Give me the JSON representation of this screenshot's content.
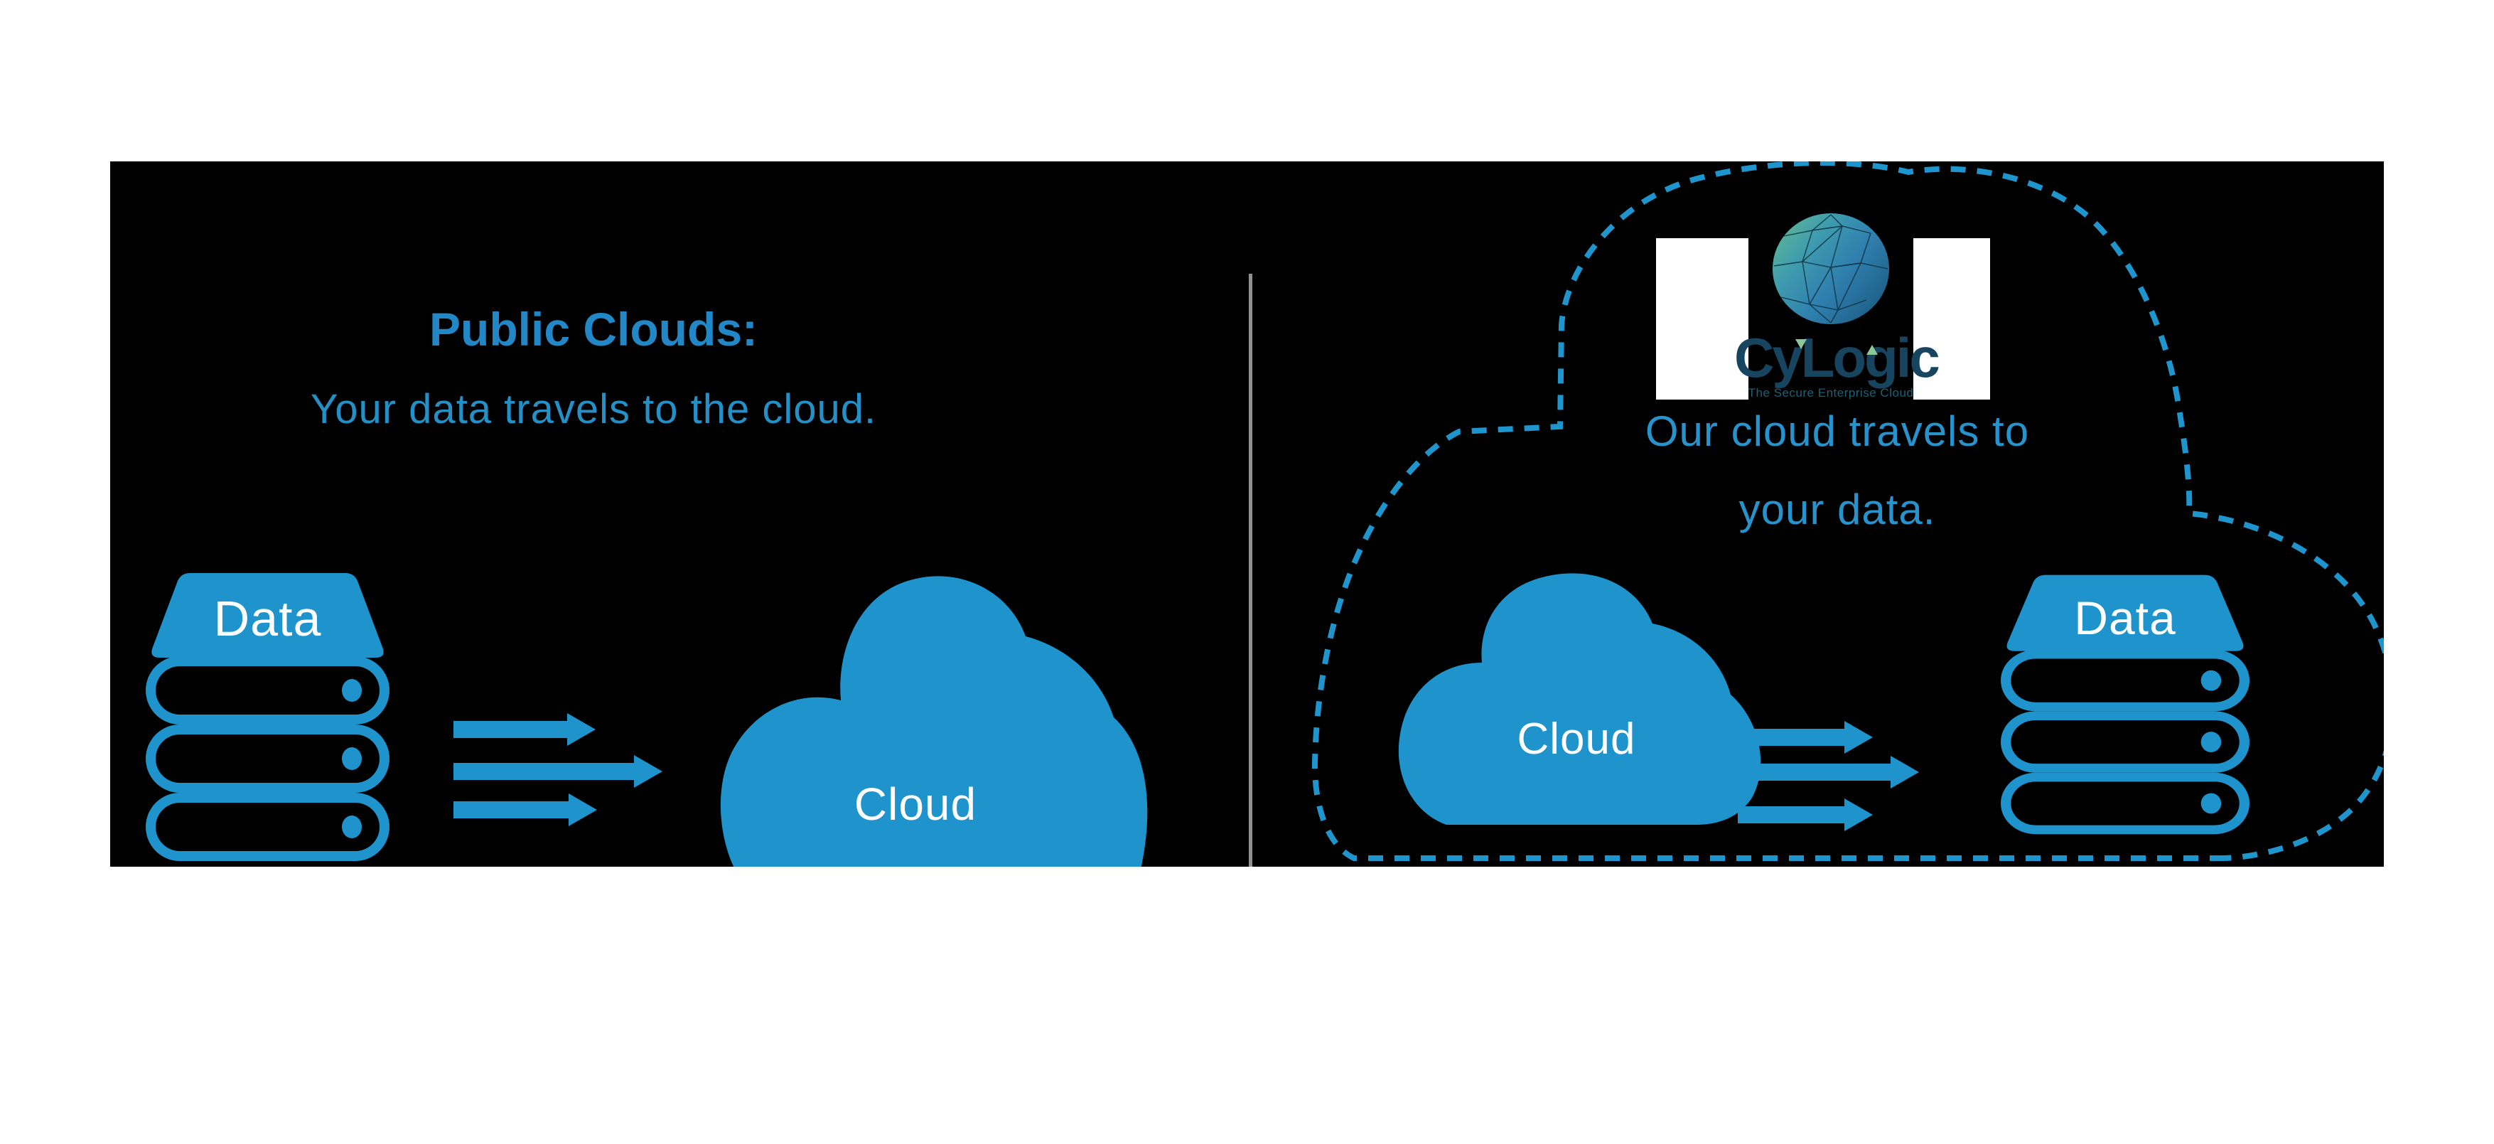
{
  "left": {
    "title": "Public Clouds:",
    "subtitle": "Your data travels to the cloud.",
    "data_label": "Data",
    "cloud_label": "Cloud"
  },
  "right": {
    "headline_line1": "Our cloud travels to",
    "headline_line2": "your data.",
    "data_label": "Data",
    "cloud_label": "Cloud"
  },
  "logo": {
    "wordmark": "CyLogic",
    "tagline": "The Secure Enterprise Cloud"
  },
  "colors": {
    "panel_background": "#000000",
    "accent_blue": "#1f93cc",
    "text_blue": "#2490c8",
    "title_blue": "#2287c6",
    "divider_gray": "#919191",
    "logo_navy": "#17455f",
    "logo_teal": "#1d6077",
    "logo_green_accent": "#8cc79c",
    "sphere_green": "#67bd8f",
    "sphere_blue": "#1d5f86",
    "white": "#ffffff"
  }
}
